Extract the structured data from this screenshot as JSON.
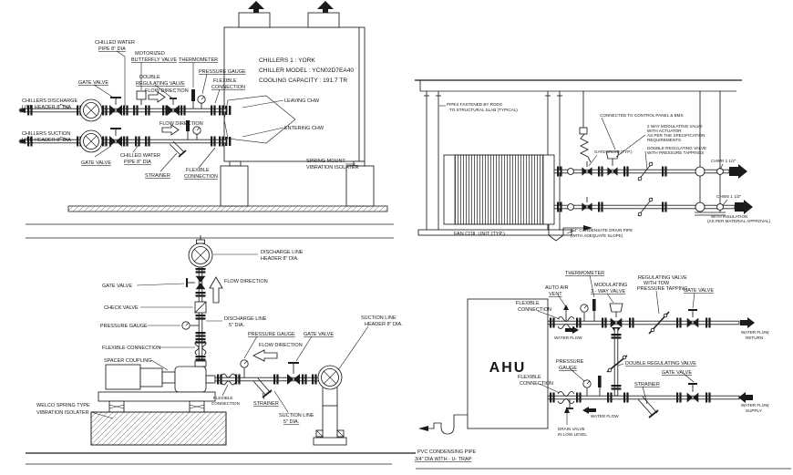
{
  "meta": {
    "drawing_title": "Chillers, pump and AHU water piping installation details",
    "ink_color": "#1b1b1b",
    "background": "#ffffff"
  },
  "chiller": {
    "spec": [
      "CHILLERS 1 : YORK",
      "CHILLER MODEL : YCN02D7EA40",
      "COOLING CAPACITY : 191.7 TR"
    ],
    "labels": {
      "chw_pipe_top": [
        "CHILLED WATER",
        "PIPE 8\" DIA"
      ],
      "motorized_bfv": [
        "MOTORIZED",
        "BUTTERFLY VALVE"
      ],
      "thermometer": [
        "THERMOMETER"
      ],
      "pressure_gauge": [
        "PRESSURE GAUGE"
      ],
      "flexible_top": [
        "FLEXIBLE",
        "CONNECTION"
      ],
      "gate_valve_top": [
        "GATE VALVE"
      ],
      "drv": [
        "DOUBLE",
        "REGULATING VALVE"
      ],
      "flow_dir_top": [
        "FLOW DIRECTION"
      ],
      "discharge_header": [
        "CHILLERS DISCHARGE",
        "LINE HEADER 8\" DIA"
      ],
      "suction_header": [
        "CHILLERS SUCTION",
        "LINE HEADER 8\" DIA"
      ],
      "gate_valve_bottom": [
        "GATE VALVE"
      ],
      "chw_pipe_bottom": [
        "CHILLED WATER",
        "PIPE 8\" DIA"
      ],
      "flow_dir_bottom": [
        "FLOW DIRECTION"
      ],
      "strainer": [
        "STRAINER"
      ],
      "flexible_bottom": [
        "FLEXIBLE",
        "CONNECTION"
      ],
      "leaving_chw": [
        "LEAVING CHW"
      ],
      "entering_chw": [
        "ENTERING CHW"
      ],
      "spring_mount": [
        "SPRING MOUNT",
        "VIBRATION ISOLATER"
      ]
    }
  },
  "fcu": {
    "labels": {
      "fastened": [
        "PIPES FASTENED BY RODS",
        "TO STRUCTURAL SLAB (TYPICAL)"
      ],
      "bms": [
        "CONNECTED TO CONTROL PANEL & BMS"
      ],
      "two_way": [
        "2 WAY MODULATING VALVE",
        "WITH ACTUATOR",
        "AS PER THE SPECIFICATION",
        "REQUIREMENTS"
      ],
      "drv": [
        "DOUBLE REGULATING VALVE",
        "WITH PRESSURE TAPPINGS"
      ],
      "gate_typ": [
        "GATE VALVE (TYP.)"
      ],
      "chwr": [
        "CHWR 1 1/2\""
      ],
      "chws": [
        "CHWS 1 1/2\""
      ],
      "insulation": [
        "WITH INSULATION",
        "(AS PER MATERIAL APPROVAL)"
      ],
      "unit": [
        "FAN COIL UNIT (TYP.)"
      ],
      "drain": [
        "3/4\" CONDENSATE DRAIN PIPE",
        "(WITH ADEQUATE SLOPE)"
      ]
    }
  },
  "pump": {
    "labels": {
      "discharge_header": [
        "DISCHARGE LINE",
        "HEADER 8\" DIA."
      ],
      "flow_dir_up": [
        "FLOW DIRECTION"
      ],
      "gate_valve": [
        "GATE VALVE"
      ],
      "check_valve": [
        "CHECK VALVE"
      ],
      "pressure_gauge_l": [
        "PRESSURE GAUGE"
      ],
      "discharge_line": [
        "DISCHARGE LINE",
        "5\" DIA."
      ],
      "flexible_l": [
        "FLEXIBLE CONNECTION"
      ],
      "spacer": [
        "SPACER COUPLING"
      ],
      "welco": [
        "WELCO SPRING TYPE",
        "VIBRATION ISOLATER"
      ],
      "pressure_gauge_r": [
        "PRESSURE GAUGE"
      ],
      "flow_dir_l": [
        "FLOW DIRECTION"
      ],
      "gate_valve_r": [
        "GATE VALVE"
      ],
      "suction_header": [
        "SUCTION LINE",
        "HEADER 8\" DIA."
      ],
      "flexible_r": [
        "FLEXIBLE",
        "CONNECTION"
      ],
      "strainer": [
        "STRAINER"
      ],
      "suction_line": [
        "SUCTION LINE",
        "5\" DIA."
      ]
    }
  },
  "ahu": {
    "name": "AHU",
    "labels": {
      "flexible_top": [
        "FLEXIBLE",
        "CONNECTION"
      ],
      "auto_air_vent": [
        "AUTO AIR",
        "VENT"
      ],
      "thermometer": [
        "THERMOMETER"
      ],
      "modulating": [
        "MODULATING",
        "3 - WAY VALVE"
      ],
      "reg_valve": [
        "REGULATING VALVE",
        "WITH TOW",
        "PRESSURE TAPPING"
      ],
      "gate_valve_top": [
        "GATE VALVE"
      ],
      "water_flow_return": [
        "WATER FLOW",
        "RETURN"
      ],
      "water_flow_top": [
        "WATER FLOW"
      ],
      "flexible_bottom": [
        "FLEXIBLE",
        "CONNECTION"
      ],
      "pressure_gauge": [
        "PRESSURE",
        "GAUGE"
      ],
      "double_reg": [
        "DOUBLE REGULATING VALVE"
      ],
      "gate_valve_bottom": [
        "GATE VALVE"
      ],
      "strainer": [
        "STRAINER"
      ],
      "water_flow_bottom": [
        "WATER FLOW"
      ],
      "water_flow_supply": [
        "WATER FLOW",
        "SUPPLY"
      ],
      "drain_valve": [
        "DRAIN VALVE",
        "IN LOW LEVEL"
      ],
      "pvc": [
        "PVC CONDENSING PIPE",
        "3/4\" DIA WITH - U- TRAP"
      ]
    }
  }
}
